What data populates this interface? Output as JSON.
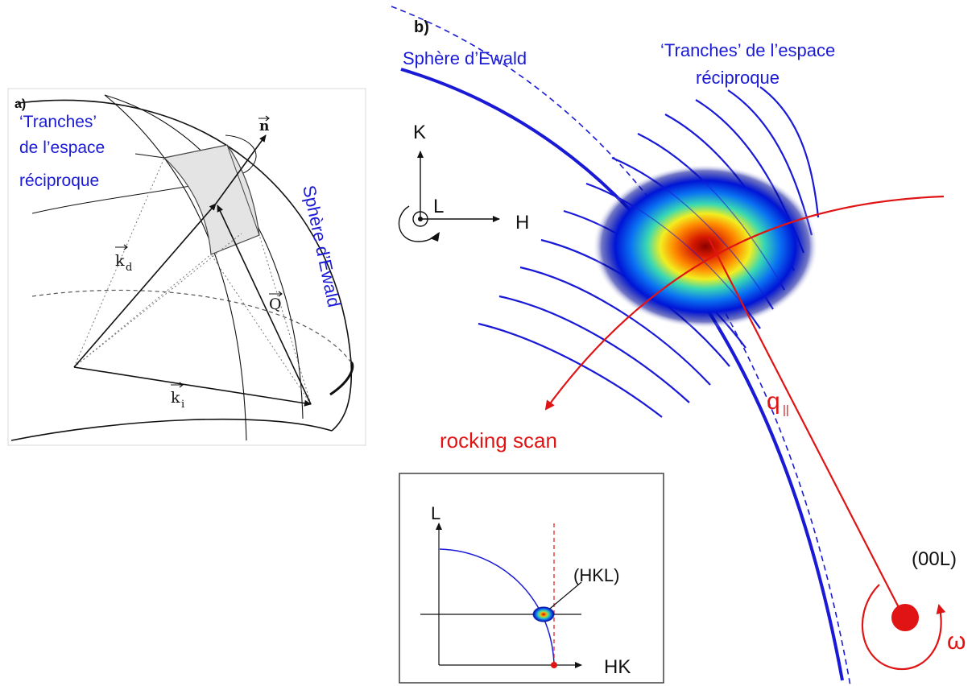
{
  "panel_a": {
    "label": "a)",
    "slices_label": [
      "‘Tranches’",
      "de l’espace",
      "réciproque"
    ],
    "ewald_label": "Sphère d’Ewald",
    "vec_n": "n",
    "vec_kd": "k",
    "vec_kd_sub": "d",
    "vec_Q": "Q",
    "vec_ki": "k",
    "vec_ki_sub": "i"
  },
  "panel_b": {
    "label": "b)",
    "ewald_label": "Sphère d’Ewald",
    "slices_label": [
      "‘Tranches’ de l’espace",
      "réciproque"
    ],
    "axis_K": "K",
    "axis_L": "L",
    "axis_H": "H",
    "rocking_label": "rocking scan",
    "q_par": "q",
    "q_par_sub": "||",
    "origin_label": "(00L)",
    "omega": "ω",
    "inset": {
      "axis_L": "L",
      "axis_HK": "HK",
      "point_label": "(HKL)"
    }
  },
  "colors": {
    "blue": "#1a1ad6",
    "red": "#e01414",
    "slice_gray": "#e4e4e4"
  }
}
